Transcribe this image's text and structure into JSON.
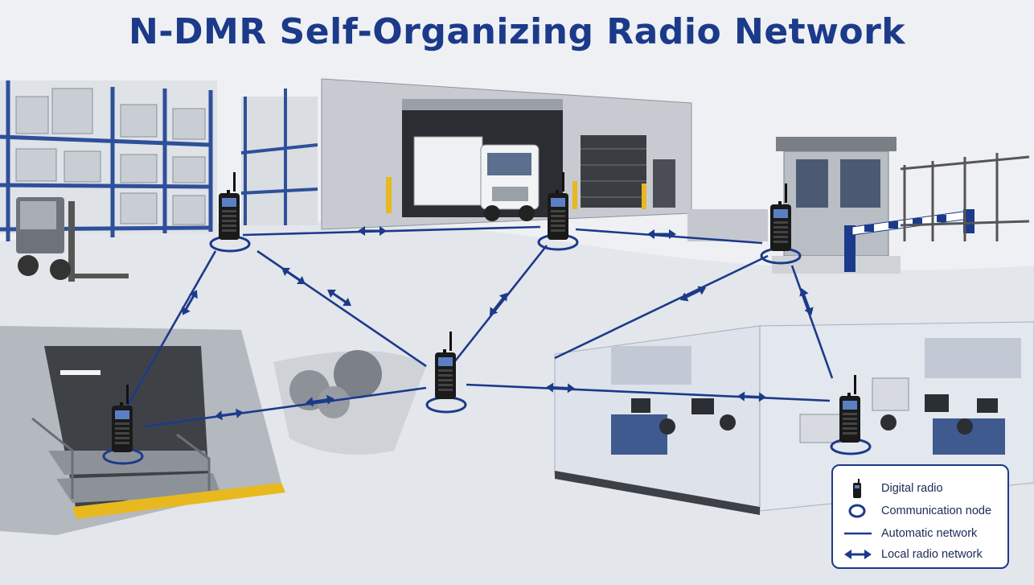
{
  "title": "N-DMR Self-Organizing Radio Network",
  "colors": {
    "network_blue": "#1c3a8a",
    "background": "#eef0f3",
    "hazard_yellow": "#e8b81f"
  },
  "legend": {
    "items": [
      {
        "symbol": "radio-icon",
        "label": "Digital radio"
      },
      {
        "symbol": "node-ring-icon",
        "label": "Communication node"
      },
      {
        "symbol": "line-icon",
        "label": "Automatic network"
      },
      {
        "symbol": "double-arrow-icon",
        "label": "Local radio network"
      }
    ]
  },
  "diagram": {
    "areas": [
      {
        "id": "warehouse",
        "icon": "warehouse-shelving-icon"
      },
      {
        "id": "loading-dock",
        "icon": "truck-icon"
      },
      {
        "id": "guard-booth",
        "icon": "barrier-gate-icon"
      },
      {
        "id": "tunnel",
        "icon": "tunnel-stairs-icon"
      },
      {
        "id": "office",
        "icon": "office-desks-icon"
      }
    ],
    "nodes": [
      {
        "id": "warehouse",
        "area": "warehouse"
      },
      {
        "id": "dock",
        "area": "loading-dock"
      },
      {
        "id": "gate",
        "area": "guard-booth"
      },
      {
        "id": "center",
        "area": "yard"
      },
      {
        "id": "tunnel",
        "area": "tunnel"
      },
      {
        "id": "office",
        "area": "office"
      }
    ],
    "links": [
      {
        "from": "warehouse",
        "to": "dock"
      },
      {
        "from": "dock",
        "to": "gate"
      },
      {
        "from": "warehouse",
        "to": "center"
      },
      {
        "from": "dock",
        "to": "center"
      },
      {
        "from": "warehouse",
        "to": "tunnel"
      },
      {
        "from": "tunnel",
        "to": "center"
      },
      {
        "from": "center",
        "to": "office"
      },
      {
        "from": "gate",
        "to": "office"
      },
      {
        "from": "gate",
        "to": "office-glass"
      }
    ]
  }
}
